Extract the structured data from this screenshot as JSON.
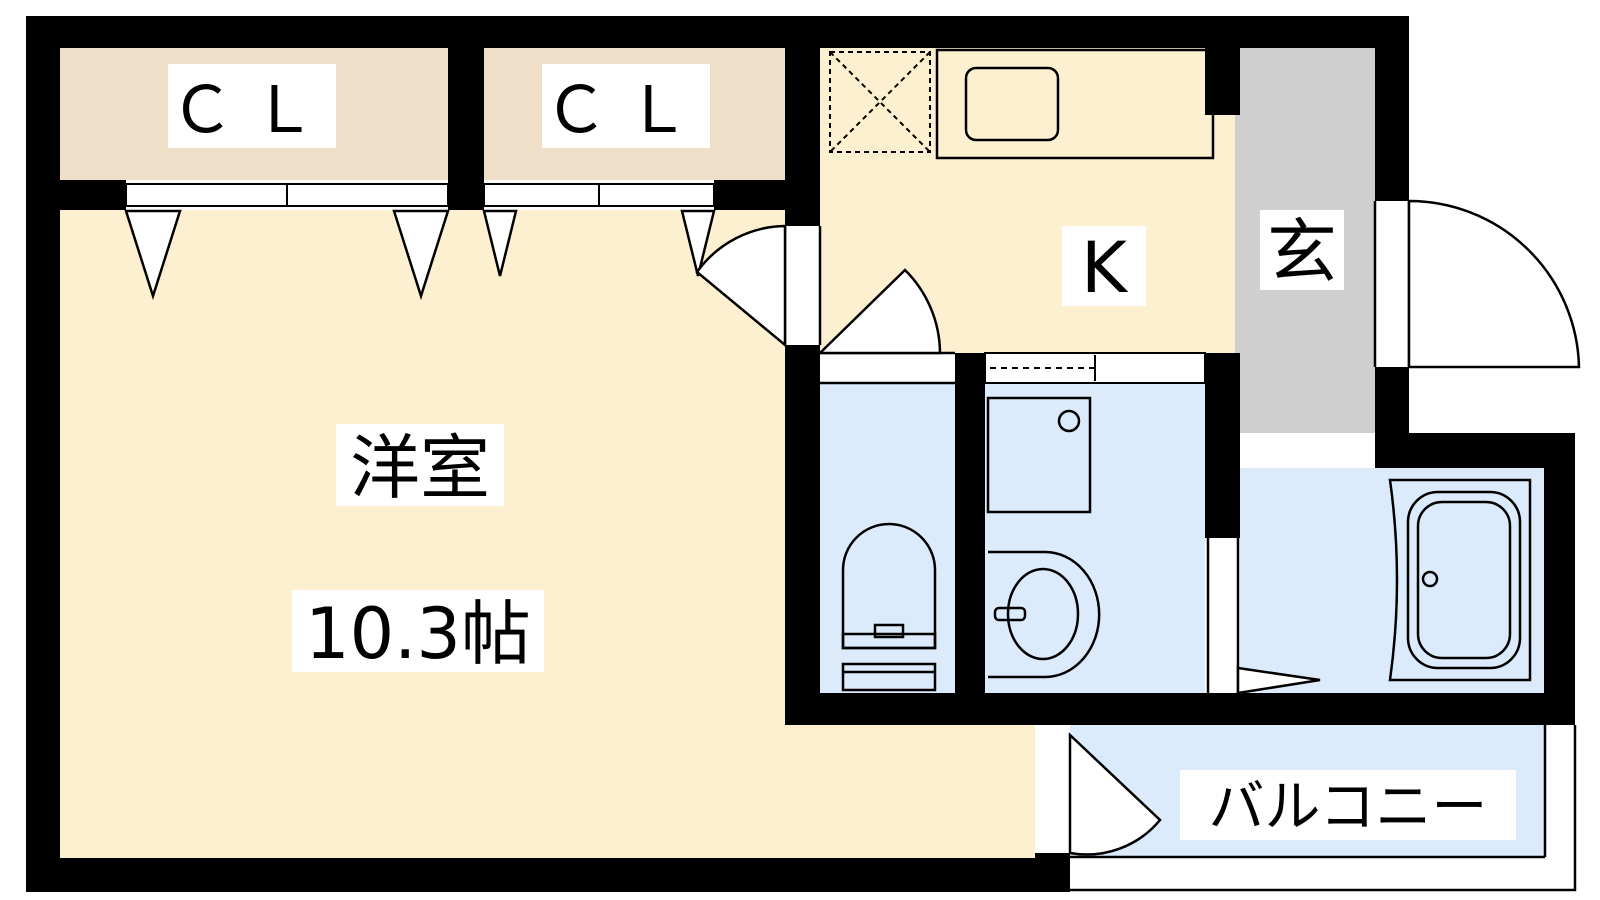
{
  "floorplan": {
    "rooms": {
      "closet_left": {
        "label": "ＣＬ"
      },
      "closet_right": {
        "label": "ＣＬ"
      },
      "western_room": {
        "label": "洋室",
        "area": "10.3帖"
      },
      "kitchen": {
        "label": "K"
      },
      "entrance": {
        "label": "玄"
      },
      "balcony": {
        "label": "バルコニー"
      }
    },
    "colors": {
      "room_floor": "#fdf0d0",
      "closet": "#efdfc8",
      "wet_area": "#dcebfb",
      "entrance": "#cfcfcf",
      "wall": "#000000"
    }
  }
}
